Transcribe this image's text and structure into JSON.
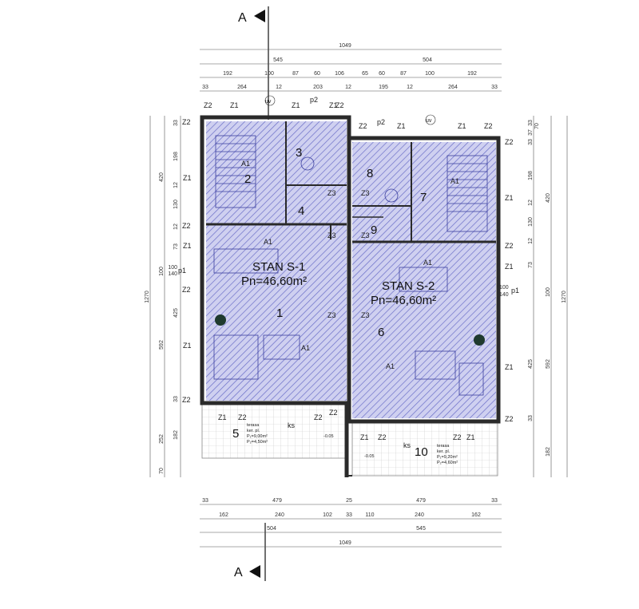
{
  "section_marker": {
    "label": "A"
  },
  "top_dims": {
    "total": "1049",
    "row1": [
      "545",
      "504"
    ],
    "row2": [
      "192",
      "100",
      "87",
      "60",
      "106",
      "65",
      "60",
      "87",
      "100",
      "192"
    ],
    "row3": [
      "33",
      "264",
      "12",
      "203",
      "12",
      "195",
      "12",
      "264",
      "33"
    ]
  },
  "bottom_dims": {
    "row1": [
      "33",
      "479",
      "25",
      "479",
      "33"
    ],
    "row2": [
      "162",
      "240",
      "102",
      "33",
      "110",
      "240",
      "162"
    ],
    "row3": [
      "504",
      "545"
    ],
    "total": "1049"
  },
  "left_dims": {
    "total": "1270",
    "outer": [
      "420",
      "100",
      "592",
      "252",
      "70"
    ],
    "inner": [
      "33",
      "198",
      "12",
      "130",
      "12",
      "73",
      "100",
      "140",
      "425",
      "33",
      "182"
    ]
  },
  "right_dims": {
    "total": "1270",
    "outer": [
      "420",
      "100",
      "592",
      "182"
    ],
    "inner": [
      "33",
      "37",
      "33",
      "70",
      "198",
      "12",
      "130",
      "12",
      "73",
      "100",
      "140",
      "425",
      "33"
    ]
  },
  "apartments": [
    {
      "name": "STAN S-1",
      "area": "Pn=46,60m²"
    },
    {
      "name": "STAN S-2",
      "area": "Pn=46,60m²"
    }
  ],
  "rooms": [
    "1",
    "2",
    "3",
    "4",
    "5",
    "6",
    "7",
    "8",
    "9",
    "10"
  ],
  "terraces": [
    {
      "label": "terasa",
      "floor": "ker. pl.",
      "p1": "P₁=9,00m²",
      "p2": "P₂=4,50m²",
      "level": "-0.05"
    },
    {
      "label": "terasa",
      "floor": "ker. pl.",
      "p1": "P₁=9,20m²",
      "p2": "P₂=4,60m²",
      "level": "-0.05"
    }
  ],
  "tags": {
    "z1": "Z1",
    "z2": "Z2",
    "z3": "Z3",
    "a1": "A1",
    "uv": "uv",
    "p1": "p1",
    "p2": "p2",
    "ks": "ks"
  }
}
